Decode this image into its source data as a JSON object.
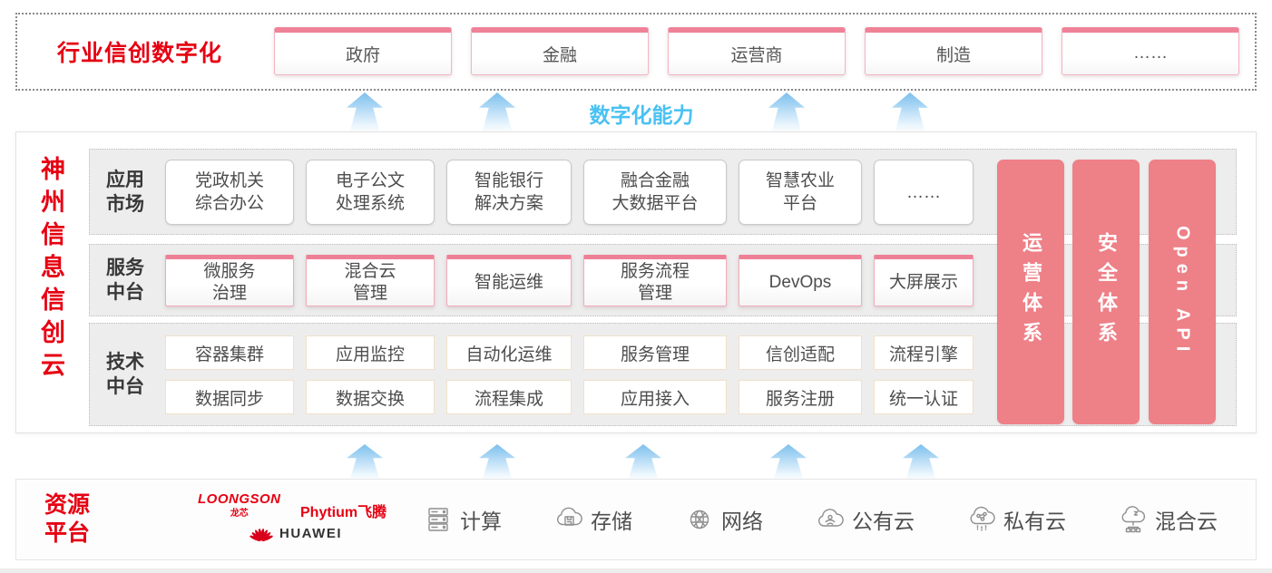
{
  "colors": {
    "accent_red": "#e60012",
    "bar_pink": "#ee8087",
    "card_pink_border": "#f3abba",
    "card_pink_top": "#ee8096",
    "capability_blue": "#49c1f3",
    "row_gray": "#ededed"
  },
  "top_banner": {
    "title": "行业信创数字化",
    "industries": [
      "政府",
      "金融",
      "运营商",
      "制造",
      "……"
    ]
  },
  "capability_label": "数字化能力",
  "cloud_platform": {
    "title": "神州信息信创云",
    "app_market": {
      "label": "应用\n市场",
      "cards": [
        "党政机关\n综合办公",
        "电子公文\n处理系统",
        "智能银行\n解决方案",
        "融合金融\n大数据平台",
        "智慧农业\n平台",
        "……"
      ]
    },
    "service_middle": {
      "label": "服务\n中台",
      "cards": [
        "微服务\n治理",
        "混合云\n管理",
        "智能运维",
        "服务流程\n管理",
        "DevOps",
        "大屏展示"
      ]
    },
    "tech_middle": {
      "label": "技术\n中台",
      "cards_row1": [
        "容器集群",
        "应用监控",
        "自动化运维",
        "服务管理",
        "信创适配",
        "流程引擎"
      ],
      "cards_row2": [
        "数据同步",
        "数据交换",
        "流程集成",
        "应用接入",
        "服务注册",
        "统一认证"
      ]
    },
    "side_bars": [
      "运营体系",
      "安全体系",
      "Open API"
    ]
  },
  "resource_platform": {
    "title": "资源\n平台",
    "vendors": {
      "loongson": "LOONGSON",
      "loongson_cn": "龙芯",
      "phytium": "Phytium飞腾",
      "huawei": "HUAWEI"
    },
    "items": [
      {
        "icon": "server-rack-icon",
        "label": "计算"
      },
      {
        "icon": "cloud-storage-icon",
        "label": "存储"
      },
      {
        "icon": "network-globe-icon",
        "label": "网络"
      },
      {
        "icon": "public-cloud-icon",
        "label": "公有云"
      },
      {
        "icon": "private-cloud-icon",
        "label": "私有云"
      },
      {
        "icon": "hybrid-cloud-icon",
        "label": "混合云"
      }
    ]
  }
}
